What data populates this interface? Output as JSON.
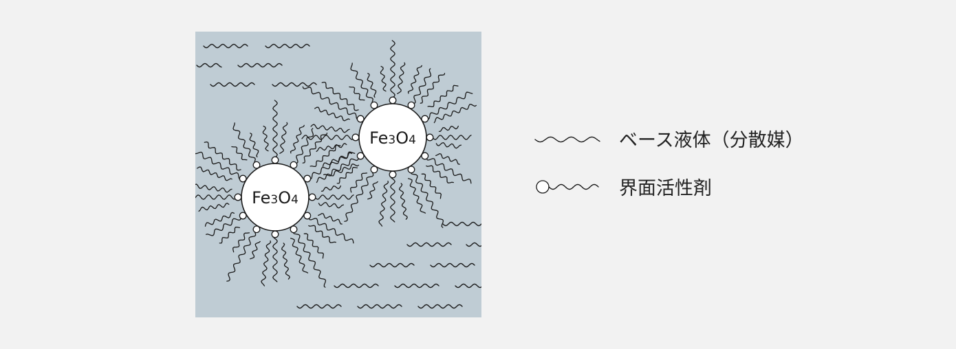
{
  "diagram": {
    "particles": [
      {
        "element": "Fe",
        "sub1": "3",
        "element2": "O",
        "sub2": "4"
      },
      {
        "element": "Fe",
        "sub1": "3",
        "element2": "O",
        "sub2": "4"
      }
    ],
    "legend": [
      {
        "symbol": "wavy-line",
        "label": "ベース液体（分散媒）"
      },
      {
        "symbol": "circle-with-wavy-tail",
        "label": "界面活性剤"
      }
    ],
    "colors": {
      "background": "#f2f2f2",
      "fluid": "#bfccd4",
      "stroke": "#1a1a1a",
      "particle_fill": "#ffffff"
    }
  }
}
